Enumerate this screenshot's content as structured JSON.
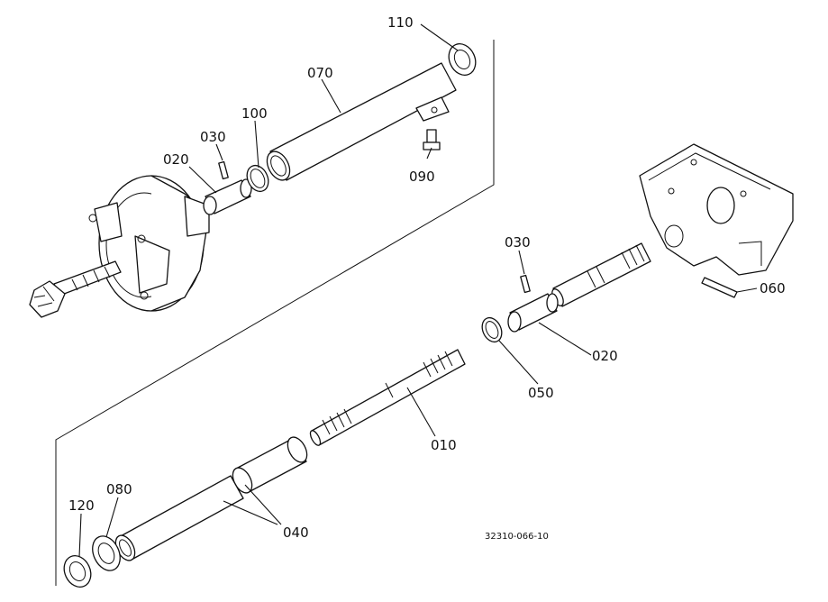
{
  "labels": {
    "p110": "110",
    "p070": "070",
    "p100": "100",
    "p030a": "030",
    "p020a": "020",
    "p090": "090",
    "p030b": "030",
    "p060": "060",
    "p020b": "020",
    "p050": "050",
    "p010": "010",
    "p040": "040",
    "p080": "080",
    "p120": "120"
  },
  "reference": "32310-066-10",
  "colors": {
    "line": "#111111",
    "paper": "#ffffff"
  }
}
